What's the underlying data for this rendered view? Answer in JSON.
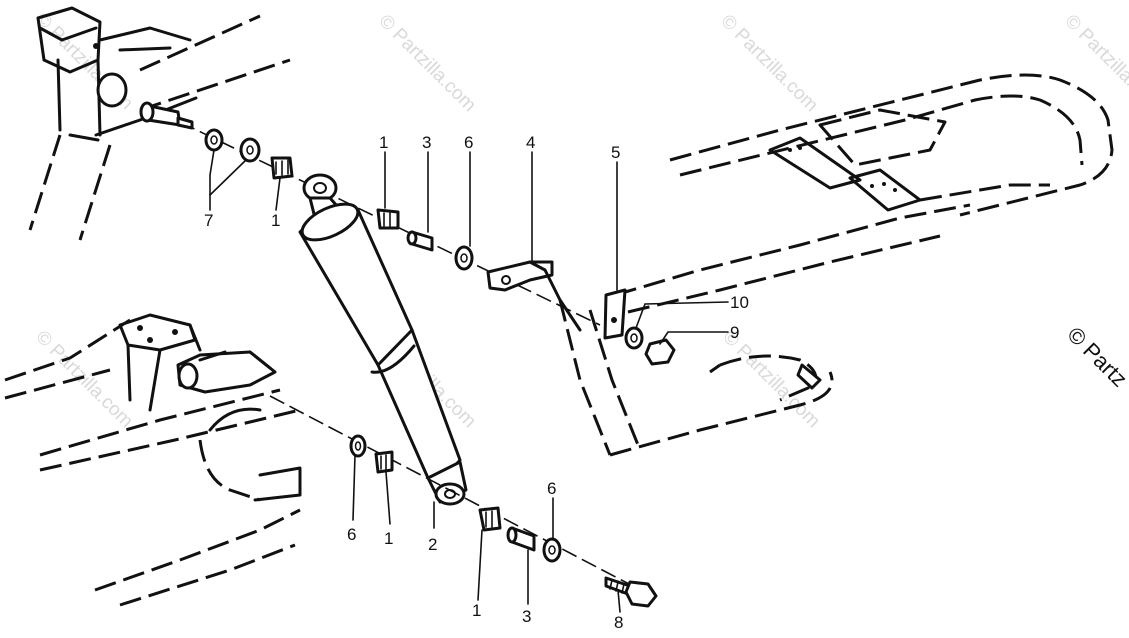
{
  "diagram": {
    "callouts": [
      {
        "label": "1"
      },
      {
        "label": "3"
      },
      {
        "label": "6"
      },
      {
        "label": "4"
      },
      {
        "label": "5"
      },
      {
        "label": "7"
      },
      {
        "label": "1"
      },
      {
        "label": "10"
      },
      {
        "label": "9"
      },
      {
        "label": "6"
      },
      {
        "label": "1"
      },
      {
        "label": "2"
      },
      {
        "label": "6"
      },
      {
        "label": "1"
      },
      {
        "label": "3"
      },
      {
        "label": "8"
      }
    ],
    "watermarks": [
      {
        "text": "© Partzilla.com"
      },
      {
        "text": "© Partzilla.com"
      },
      {
        "text": "© Partzilla.com"
      },
      {
        "text": "© Partzilla.com"
      },
      {
        "text": "© Partzilla.com"
      },
      {
        "text": "© Partzilla.com"
      },
      {
        "text": "© Partzilla.com"
      }
    ],
    "edge_watermark": "© Partz"
  }
}
